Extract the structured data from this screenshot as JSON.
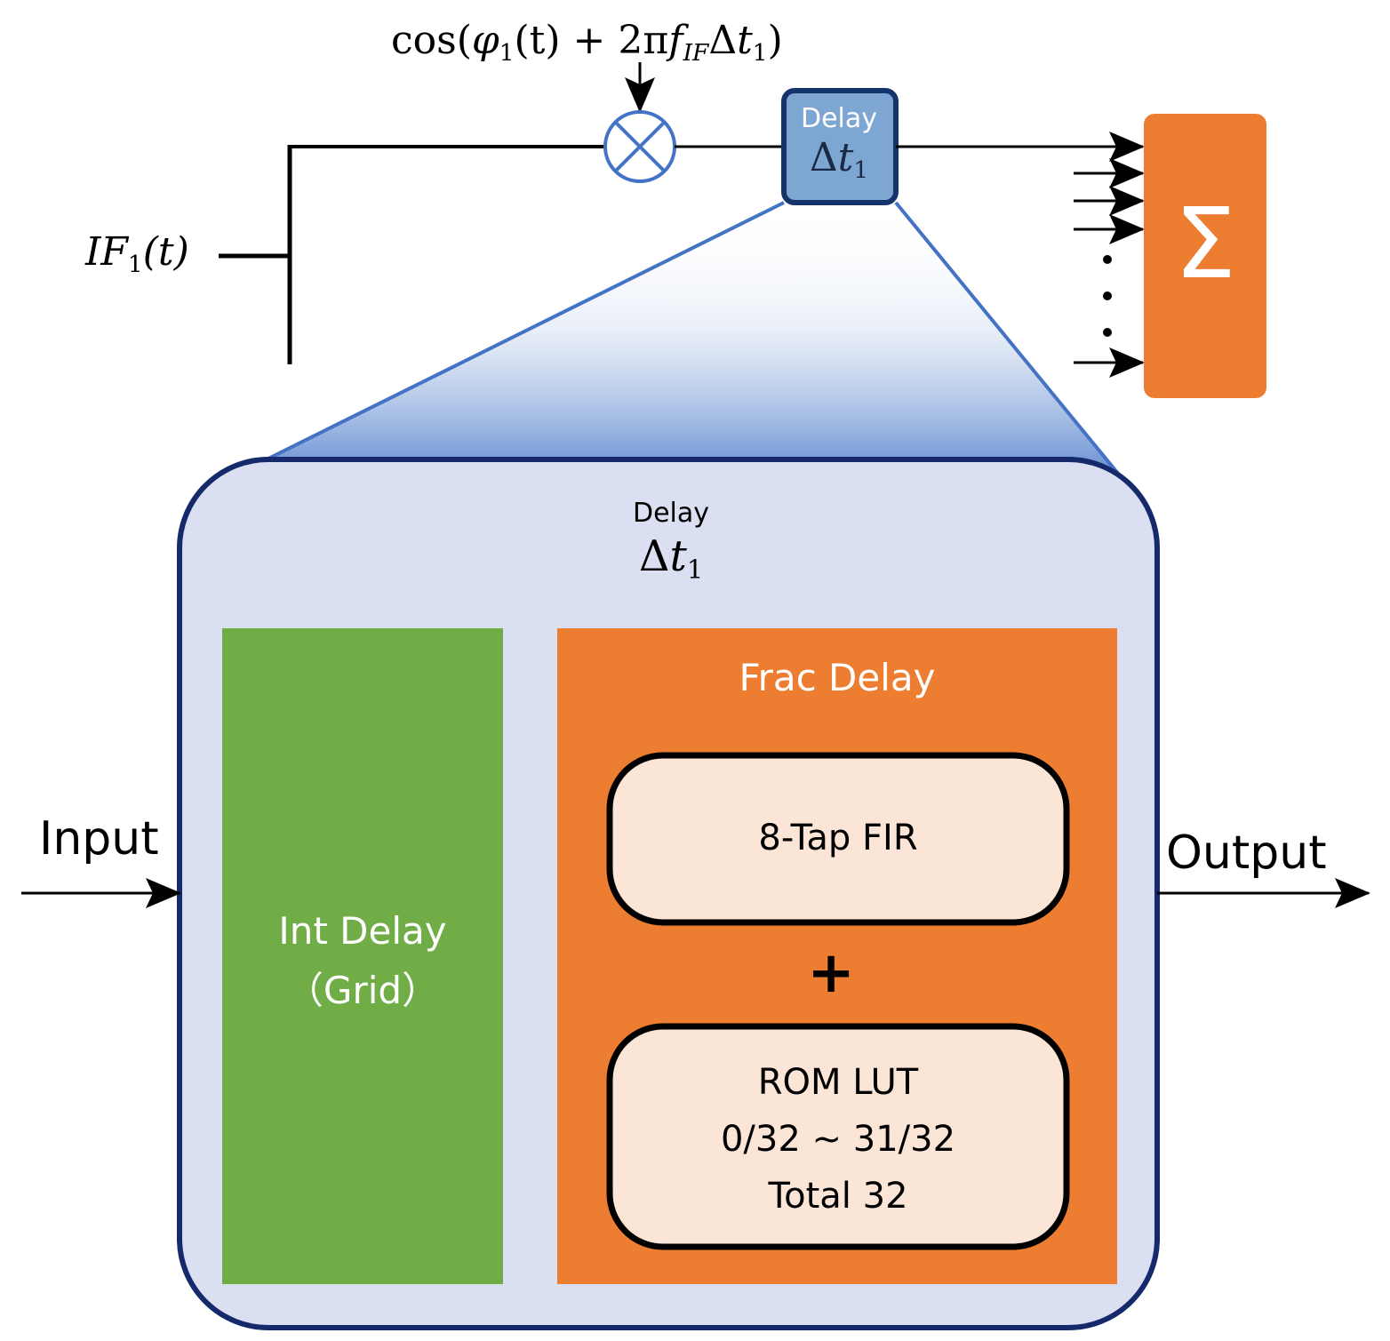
{
  "top_formula": {
    "prefix": "cos(",
    "phi": "φ",
    "phi_sub": "1",
    "mid": "(t) + 2π",
    "f": "f",
    "f_sub": "IF",
    "delta": "Δ",
    "t": "t",
    "t_sub": "1",
    "suffix": ")"
  },
  "if_signal": {
    "name": "IF",
    "sub": "1",
    "arg": "(t)"
  },
  "small_delay": {
    "word": "Delay",
    "delta": "Δ",
    "t": "t",
    "sub": "1"
  },
  "big_delay": {
    "word": "Delay",
    "delta": "Δ",
    "t": "t",
    "sub": "1"
  },
  "summer": {
    "symbol": "Σ"
  },
  "dots": "·",
  "io": {
    "input": "Input",
    "output": "Output"
  },
  "int_delay": {
    "line1": "Int Delay",
    "line2": "（Grid）"
  },
  "frac_delay": {
    "title": "Frac Delay",
    "fir": "8-Tap FIR",
    "plus": "+",
    "rom_lines": [
      "ROM LUT",
      "0/32 ~ 31/32",
      "Total 32"
    ]
  },
  "colors": {
    "wire": "#000000",
    "delay_small_fill": "#7ea6d3",
    "delay_border": "#15346b",
    "big_box_fill": "#dae0f1",
    "big_box_border": "#15296b",
    "zoom_line": "#4472c4",
    "int_delay": "#70ad47",
    "frac_delay": "#ed7d31",
    "rounded_box_fill": "#fbe5d6",
    "summer": "#ed7d31",
    "multiplier_stroke": "#4472c4"
  }
}
